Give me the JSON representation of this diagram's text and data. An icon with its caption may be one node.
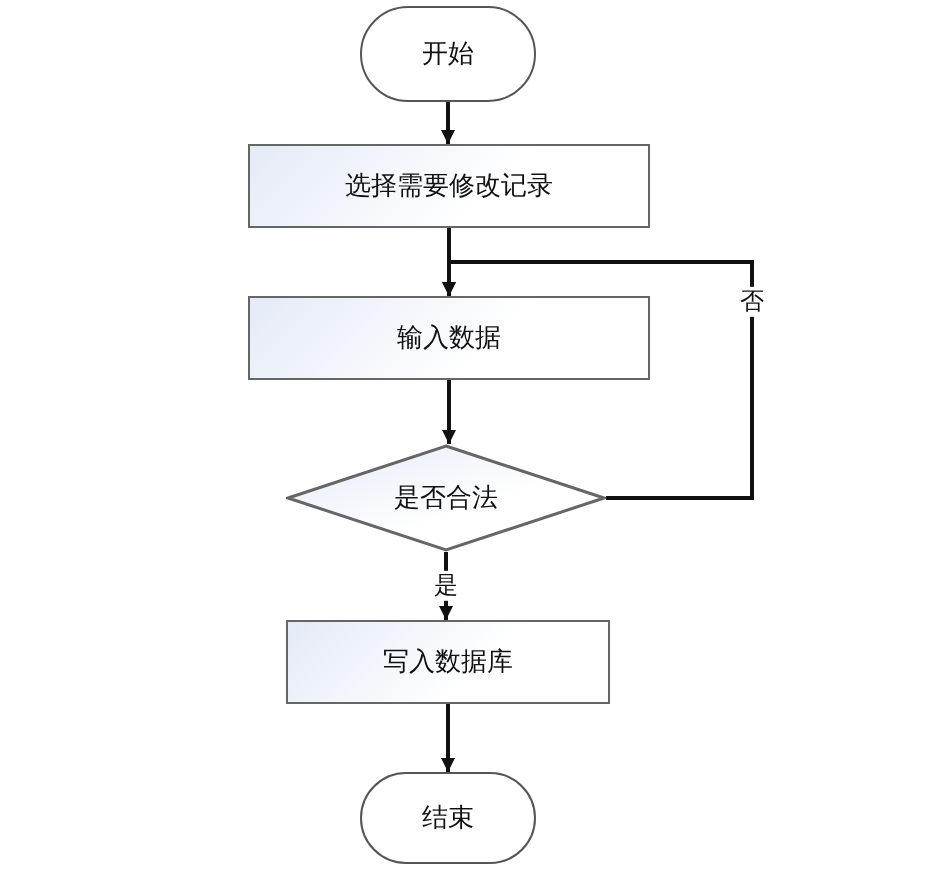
{
  "diagram": {
    "nodes": [
      {
        "text": [
          "开始"
        ]
      },
      {
        "text": [
          "选择需要修改记录"
        ]
      },
      {
        "text": [
          "输入数据"
        ]
      },
      {
        "text": [
          "是否合法"
        ]
      },
      {
        "text": [
          "写入数据库"
        ]
      },
      {
        "text": [
          "结束"
        ]
      }
    ],
    "edges": [
      {
        "from": 0,
        "to": 1,
        "arrow": "to"
      },
      {
        "from": 1,
        "to": 2,
        "arrow": "to"
      },
      {
        "from": 2,
        "to": 3,
        "arrow": "to"
      },
      {
        "from": 3,
        "to": 4,
        "arrow": "to",
        "label": "是"
      },
      {
        "from": 3,
        "to": 2,
        "arrow": "to",
        "label": "否"
      },
      {
        "from": 4,
        "to": 5,
        "arrow": "to"
      }
    ]
  }
}
